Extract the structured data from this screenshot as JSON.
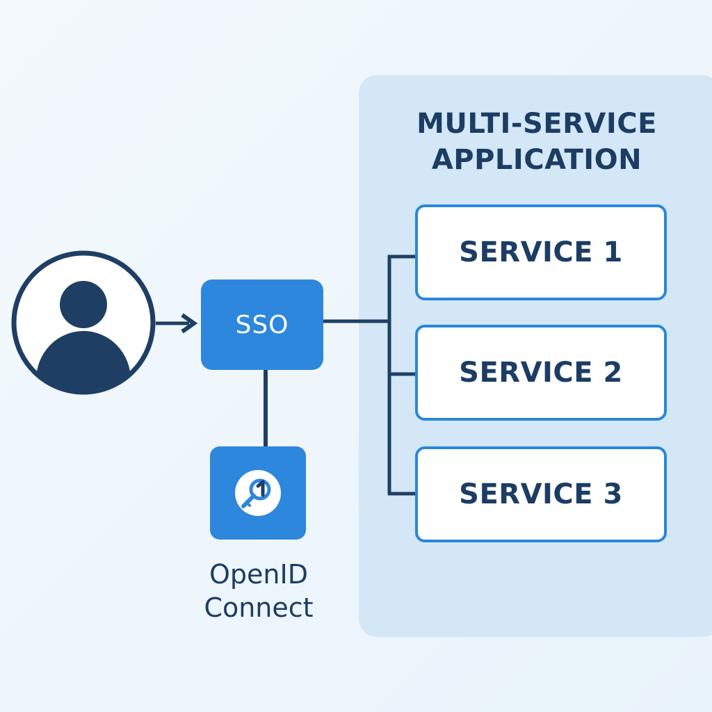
{
  "application": {
    "title_line1": "MULTI-SERVICE",
    "title_line2": "APPLICATION",
    "services": [
      {
        "label": "SERVICE 1"
      },
      {
        "label": "SERVICE 2"
      },
      {
        "label": "SERVICE 3"
      }
    ]
  },
  "sso": {
    "label": "SSO"
  },
  "openid": {
    "label_line1": "OpenID",
    "label_line2": "Connect",
    "icon": "openid-key-icon"
  },
  "user": {
    "icon": "user-avatar-icon"
  },
  "colors": {
    "background": "#eef6fc",
    "panel": "#d3e7f7",
    "accent_blue": "#2d87dc",
    "service_border": "#2a86d9",
    "dark_navy": "#1c3d63",
    "connector": "#1e3f63"
  }
}
